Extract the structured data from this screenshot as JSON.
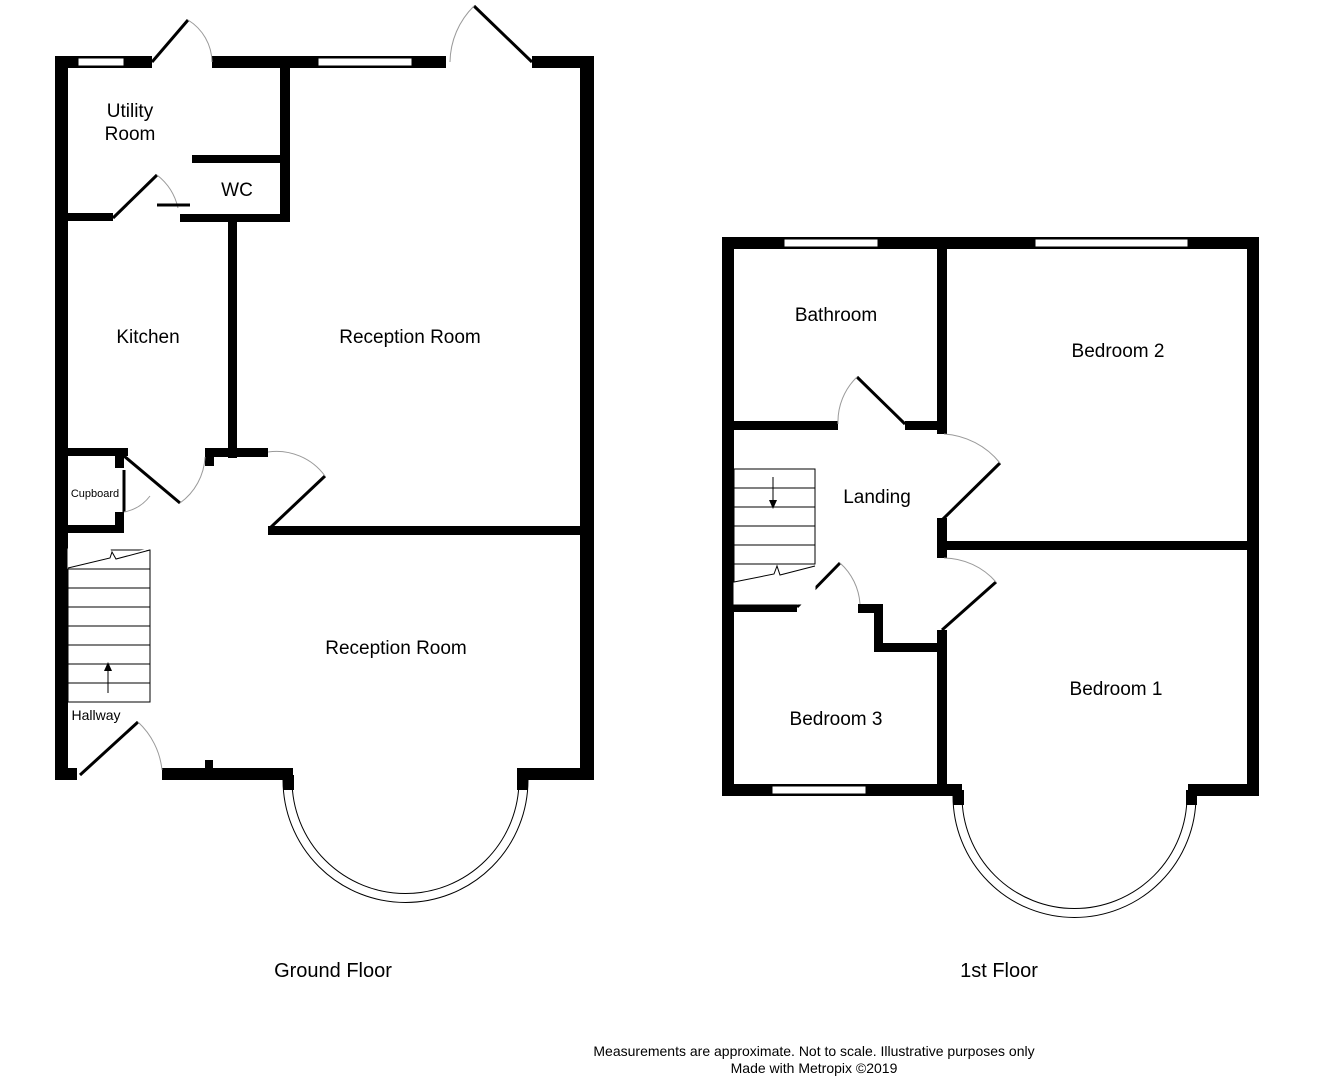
{
  "ground_floor": {
    "caption": "Ground Floor",
    "rooms": {
      "utility": [
        "Utility",
        "Room"
      ],
      "wc": "WC",
      "kitchen": "Kitchen",
      "reception_rear": "Reception Room",
      "cupboard": "Cupboard",
      "reception_front": "Reception Room",
      "hallway": "Hallway"
    }
  },
  "first_floor": {
    "caption": "1st Floor",
    "rooms": {
      "bathroom": "Bathroom",
      "bedroom2": "Bedroom 2",
      "landing": "Landing",
      "bedroom3": "Bedroom 3",
      "bedroom1": "Bedroom 1"
    }
  },
  "footer": {
    "line1": "Measurements are approximate.  Not to scale.  Illustrative purposes only",
    "line2": "Made with Metropix ©2019"
  }
}
